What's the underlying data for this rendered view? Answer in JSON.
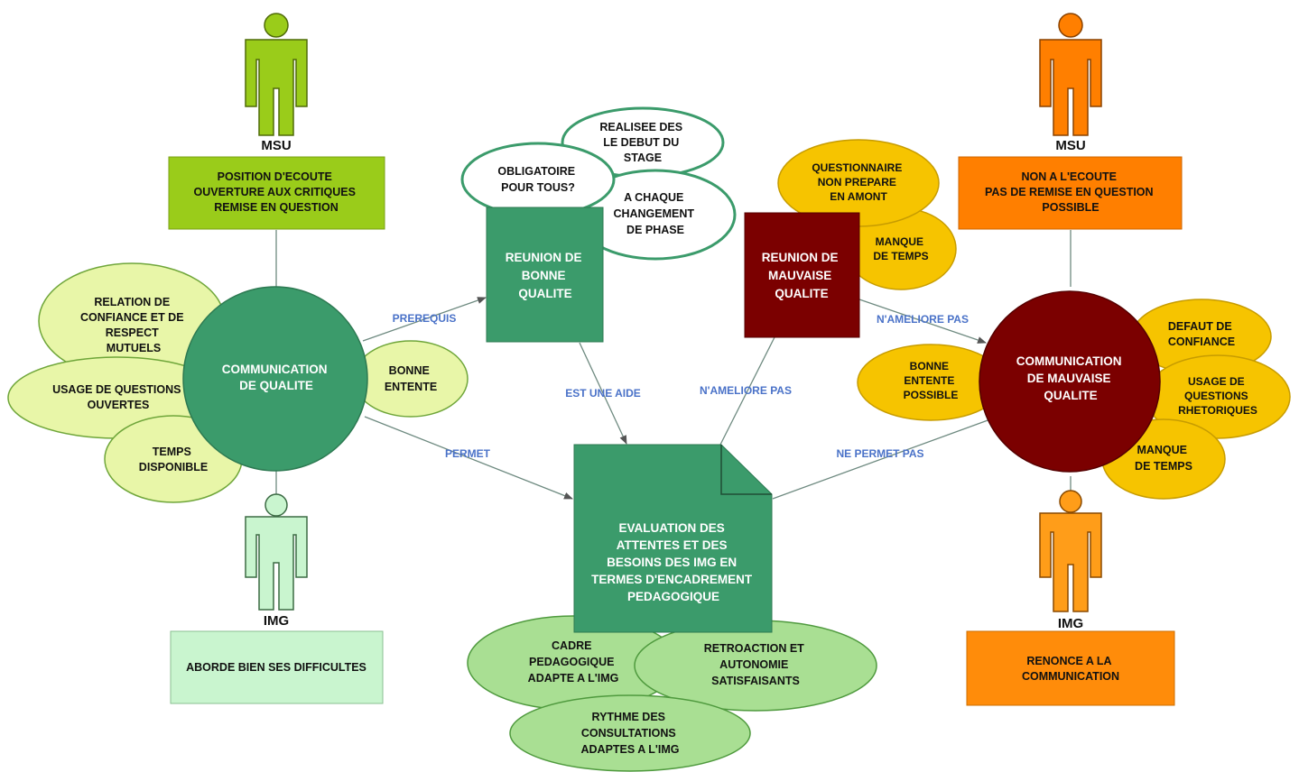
{
  "colors": {
    "green_dark": "#3b9b6b",
    "green_light": "#e8f6a8",
    "green_box": "#9acc1a",
    "img_green": "#c9f5cf",
    "maroon": "#7b0000",
    "yellow": "#f6c400",
    "orange": "#ff7f00",
    "orange_light": "#ff9d19",
    "edge_label": "#4a72c8"
  },
  "left": {
    "msu_label": "MSU",
    "msu_box": [
      "POSITION D'ECOUTE",
      "OUVERTURE AUX CRITIQUES",
      "REMISE EN QUESTION"
    ],
    "center": [
      "COMMUNICATION",
      "DE QUALITE"
    ],
    "petals": {
      "relation": [
        "RELATION DE",
        "CONFIANCE ET DE",
        "RESPECT",
        "MUTUELS"
      ],
      "questions": [
        "USAGE DE QUESTIONS",
        "OUVERTES"
      ],
      "temps": [
        "TEMPS",
        "DISPONIBLE"
      ],
      "bonne": [
        "BONNE",
        "ENTENTE"
      ]
    },
    "img_label": "IMG",
    "img_box": "ABORDE BIEN SES DIFFICULTES"
  },
  "center": {
    "good_meeting": [
      "REUNION DE",
      "BONNE",
      "QUALITE"
    ],
    "good_bubbles": {
      "obligatoire": [
        "OBLIGATOIRE",
        "POUR TOUS?"
      ],
      "realisee": [
        "REALISEE DES",
        "LE DEBUT DU",
        "STAGE"
      ],
      "chaque": [
        "A CHAQUE",
        "CHANGEMENT",
        "DE PHASE"
      ]
    },
    "bad_meeting": [
      "REUNION DE",
      "MAUVAISE",
      "QUALITE"
    ],
    "bad_bubbles": {
      "questionnaire": [
        "QUESTIONNAIRE",
        "NON PREPARE",
        "EN AMONT"
      ],
      "manque": [
        "MANQUE",
        "DE TEMPS"
      ]
    },
    "evaluation": [
      "EVALUATION DES",
      "ATTENTES ET DES",
      "BESOINS DES IMG EN",
      "TERMES D'ENCADREMENT",
      "PEDAGOGIQUE"
    ],
    "outcomes": {
      "cadre": [
        "CADRE",
        "PEDAGOGIQUE",
        "ADAPTE A L'IMG"
      ],
      "retroaction": [
        "RETROACTION ET",
        "AUTONOMIE",
        "SATISFAISANTS"
      ],
      "rythme": [
        "RYTHME  DES",
        "CONSULTATIONS",
        "ADAPTES A  L'IMG"
      ]
    }
  },
  "edges": {
    "prerequis": "PREREQUIS",
    "permet": "PERMET",
    "aide": "EST UNE AIDE",
    "n_ameliore_1": "N'AMELIORE PAS",
    "n_ameliore_2": "N'AMELIORE PAS",
    "ne_permet": "NE PERMET PAS"
  },
  "right": {
    "msu_label": "MSU",
    "msu_box": [
      "NON A L'ECOUTE",
      "PAS DE REMISE EN QUESTION",
      "POSSIBLE"
    ],
    "center": [
      "COMMUNICATION",
      "DE MAUVAISE",
      "QUALITE"
    ],
    "petals": {
      "defaut": [
        "DEFAUT DE",
        "CONFIANCE"
      ],
      "usage": [
        "USAGE  DE",
        "QUESTIONS",
        "RHETORIQUES"
      ],
      "manque": [
        "MANQUE",
        "DE TEMPS"
      ],
      "bonne": [
        "BONNE",
        "ENTENTE",
        "POSSIBLE"
      ]
    },
    "img_label": "IMG",
    "img_box": [
      "RENONCE A LA",
      "COMMUNICATION"
    ]
  }
}
